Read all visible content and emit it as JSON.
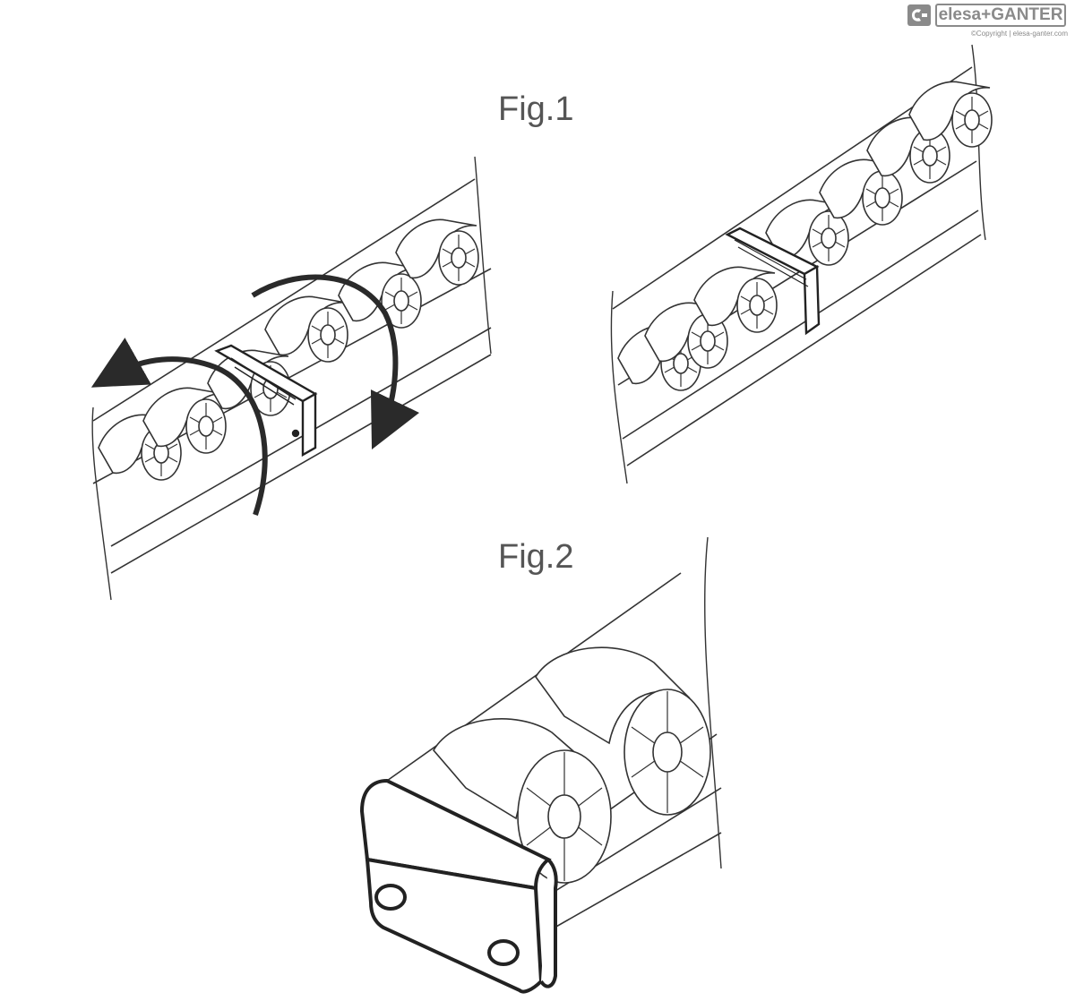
{
  "brand": {
    "logo_text": "elesa+GANTER",
    "copyright": "©Copyright | elesa-ganter.com",
    "color": "#8a8a8a"
  },
  "figures": {
    "fig1_label": "Fig.1",
    "fig2_label": "Fig.2"
  },
  "colors": {
    "line": "#333333",
    "bold_line": "#2a2a2a",
    "label": "#555555",
    "background": "#ffffff"
  }
}
